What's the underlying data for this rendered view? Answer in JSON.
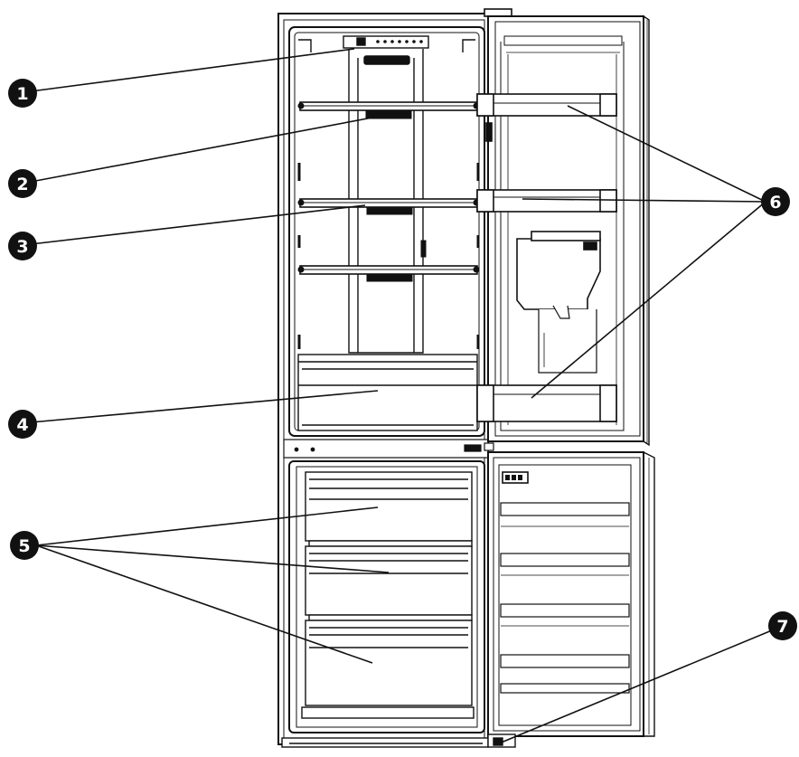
{
  "callouts": [
    {
      "id": "c1",
      "number": "1"
    },
    {
      "id": "c2",
      "number": "2"
    },
    {
      "id": "c3",
      "number": "3"
    },
    {
      "id": "c4",
      "number": "4"
    },
    {
      "id": "c5",
      "number": "5"
    },
    {
      "id": "c6",
      "number": "6"
    },
    {
      "id": "c7",
      "number": "7"
    }
  ],
  "colors": {
    "ink": "#111111",
    "paper": "#ffffff",
    "shade": "#e6e6e6"
  }
}
